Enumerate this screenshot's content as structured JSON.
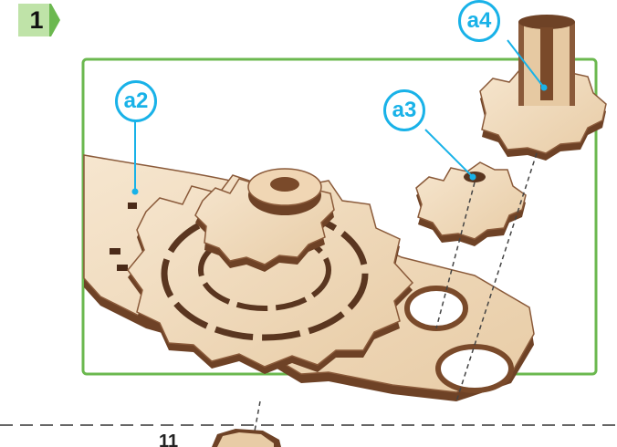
{
  "step": {
    "number": "1"
  },
  "callouts": {
    "a2": "a2",
    "a3": "a3",
    "a4": "a4"
  },
  "next_step_partial": "11",
  "colors": {
    "frame_green": "#6bb84f",
    "callout_blue": "#19b2e8",
    "wood_face": "#f1dcc0",
    "wood_edge": "#8a5a3a",
    "wood_dark": "#5a3620"
  }
}
